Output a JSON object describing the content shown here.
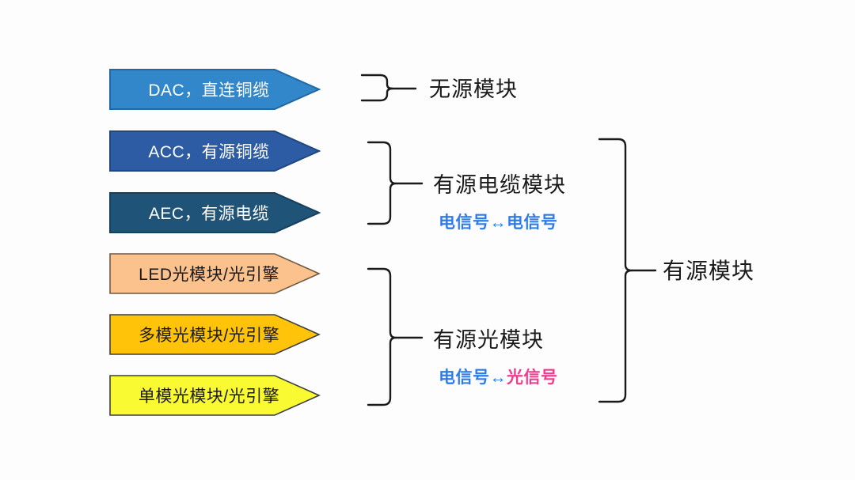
{
  "diagram_title": "",
  "arrows": [
    {
      "label": "DAC，直连铜缆",
      "fill": "#3287cb",
      "stroke": "#2268a5",
      "text_color": "#ffffff"
    },
    {
      "label": "ACC，有源铜缆",
      "fill": "#2d5ca4",
      "stroke": "#20477e",
      "text_color": "#ffffff"
    },
    {
      "label": "AEC，有源电缆",
      "fill": "#1f5377",
      "stroke": "#16405e",
      "text_color": "#ffffff"
    },
    {
      "label": "LED光模块/光引擎",
      "fill": "#fbc28e",
      "stroke": "#6e5a46",
      "text_color": "#1a1a1a"
    },
    {
      "label": "多模光模块/光引擎",
      "fill": "#ffc40a",
      "stroke": "#3f3f3f",
      "text_color": "#1a1a1a"
    },
    {
      "label": "单模光模块/光引擎",
      "fill": "#fafa32",
      "stroke": "#3f3f3f",
      "text_color": "#1a1a1a"
    }
  ],
  "groups": {
    "passive": {
      "label": "无源模块"
    },
    "active_cable": {
      "label": "有源电缆模块",
      "signal": {
        "left": "电信号",
        "arrow": "↔",
        "right": "电信号"
      }
    },
    "active_optical": {
      "label": "有源光模块",
      "signal": {
        "left": "电信号",
        "arrow": "↔",
        "right": "光信号"
      }
    },
    "active": {
      "label": "有源模块"
    }
  },
  "colors": {
    "electrical_signal_text": "#2e7ce8",
    "optical_signal_text": "#f03c8c",
    "brace_stroke": "#1a1a1a",
    "group_label_text": "#1a1a1a",
    "background": "#fdfdfd"
  }
}
